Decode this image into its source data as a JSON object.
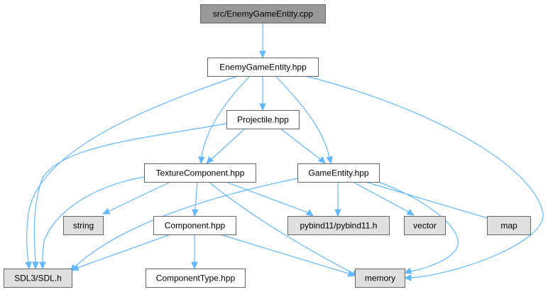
{
  "graph": {
    "nodes": [
      {
        "id": "enemy-cpp",
        "label": "src/EnemyGameEntity.cpp",
        "style": "root"
      },
      {
        "id": "enemy-hpp",
        "label": "EnemyGameEntity.hpp",
        "style": "header"
      },
      {
        "id": "projectile-hpp",
        "label": "Projectile.hpp",
        "style": "header"
      },
      {
        "id": "texture-hpp",
        "label": "TextureComponent.hpp",
        "style": "header"
      },
      {
        "id": "gameentity-hpp",
        "label": "GameEntity.hpp",
        "style": "header"
      },
      {
        "id": "string",
        "label": "string",
        "style": "system"
      },
      {
        "id": "component-hpp",
        "label": "Component.hpp",
        "style": "header"
      },
      {
        "id": "pybind11",
        "label": "pybind11/pybind11.h",
        "style": "system"
      },
      {
        "id": "vector",
        "label": "vector",
        "style": "system"
      },
      {
        "id": "map",
        "label": "map",
        "style": "system"
      },
      {
        "id": "sdl",
        "label": "SDL3/SDL.h",
        "style": "system"
      },
      {
        "id": "componenttype-hpp",
        "label": "ComponentType.hpp",
        "style": "header"
      },
      {
        "id": "memory",
        "label": "memory",
        "style": "system"
      }
    ],
    "edges": [
      {
        "from": "enemy-cpp",
        "to": "enemy-hpp"
      },
      {
        "from": "enemy-hpp",
        "to": "sdl"
      },
      {
        "from": "enemy-hpp",
        "to": "projectile-hpp"
      },
      {
        "from": "enemy-hpp",
        "to": "texture-hpp"
      },
      {
        "from": "enemy-hpp",
        "to": "gameentity-hpp"
      },
      {
        "from": "enemy-hpp",
        "to": "memory"
      },
      {
        "from": "projectile-hpp",
        "to": "sdl"
      },
      {
        "from": "projectile-hpp",
        "to": "texture-hpp"
      },
      {
        "from": "projectile-hpp",
        "to": "gameentity-hpp"
      },
      {
        "from": "texture-hpp",
        "to": "sdl"
      },
      {
        "from": "texture-hpp",
        "to": "string"
      },
      {
        "from": "texture-hpp",
        "to": "component-hpp"
      },
      {
        "from": "texture-hpp",
        "to": "pybind11"
      },
      {
        "from": "texture-hpp",
        "to": "memory"
      },
      {
        "from": "gameentity-hpp",
        "to": "sdl"
      },
      {
        "from": "gameentity-hpp",
        "to": "pybind11"
      },
      {
        "from": "gameentity-hpp",
        "to": "vector"
      },
      {
        "from": "gameentity-hpp",
        "to": "map"
      },
      {
        "from": "gameentity-hpp",
        "to": "memory"
      },
      {
        "from": "component-hpp",
        "to": "sdl"
      },
      {
        "from": "component-hpp",
        "to": "componenttype-hpp"
      },
      {
        "from": "component-hpp",
        "to": "memory"
      }
    ]
  },
  "colors": {
    "root_fill": "#999999",
    "header_fill": "#ffffff",
    "system_fill": "#e0e0e0",
    "node_border": "#666666",
    "edge": "#63b8ff"
  }
}
